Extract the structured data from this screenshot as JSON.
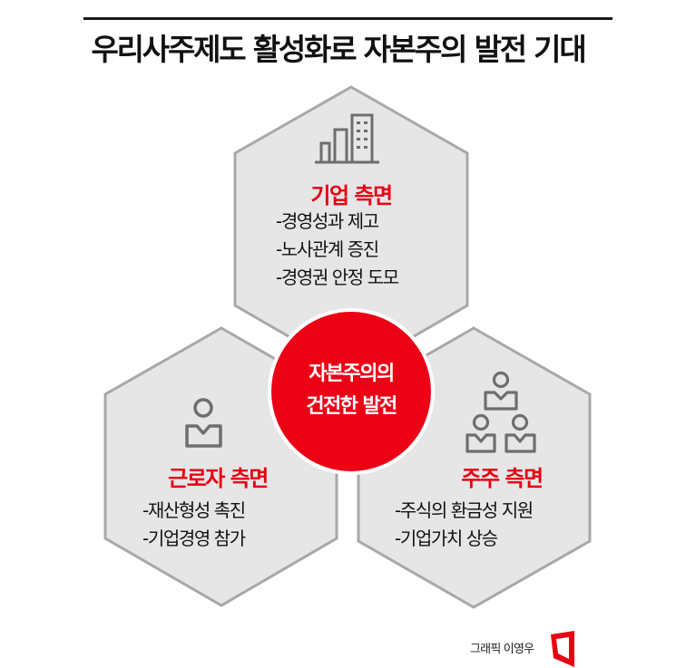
{
  "title": "우리사주제도 활성화로 자본주의 발전 기대",
  "center": {
    "line1": "자본주의의",
    "line2": "건전한 발전"
  },
  "sections": {
    "corporate": {
      "icon": "building-chart-icon",
      "heading": "기업 측면",
      "items": [
        "-경영성과 제고",
        "-노사관계 증진",
        "-경영권 안정 도모"
      ]
    },
    "worker": {
      "icon": "person-icon",
      "heading": "근로자 측면",
      "items": [
        "-재산형성 촉진",
        "-기업경영 참가"
      ]
    },
    "shareholder": {
      "icon": "group-people-icon",
      "heading": "주주 측면",
      "items": [
        "-주식의 환금성 지원",
        "-기업가치 상승"
      ]
    }
  },
  "credit": "그래픽 이영우",
  "colors": {
    "accent": "#e60012",
    "hex_fill": "#e6e6e6",
    "hex_stroke": "#a8a8a8",
    "icon": "#6e6e6e",
    "text": "#111111"
  }
}
